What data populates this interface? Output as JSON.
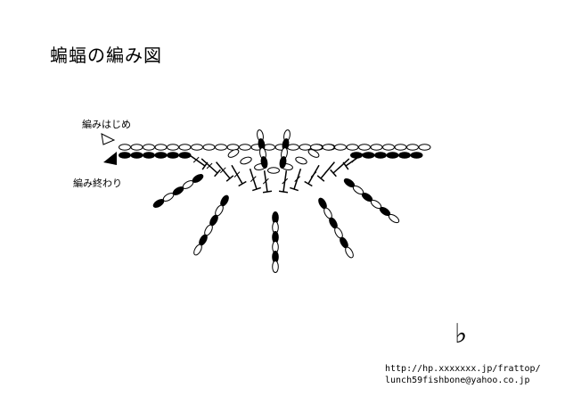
{
  "title": "蝙蝠の編み図",
  "labels": {
    "start": "編みはじめ",
    "end": "編み終わり"
  },
  "logo_mark": "♭",
  "footer": {
    "url": "http://hp.xxxxxxx.jp/frattop/",
    "email": "lunch59fishbone@yahoo.co.jp"
  }
}
